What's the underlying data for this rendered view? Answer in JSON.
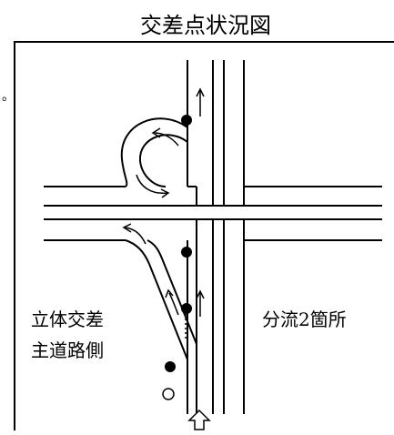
{
  "title": "交差点状況図",
  "labels": {
    "left_line1": "立体交差",
    "left_line2": "主道路側",
    "right": "分流2箇所"
  },
  "left_edge_mark": "。",
  "colors": {
    "line": "#000000",
    "background": "#ffffff"
  }
}
